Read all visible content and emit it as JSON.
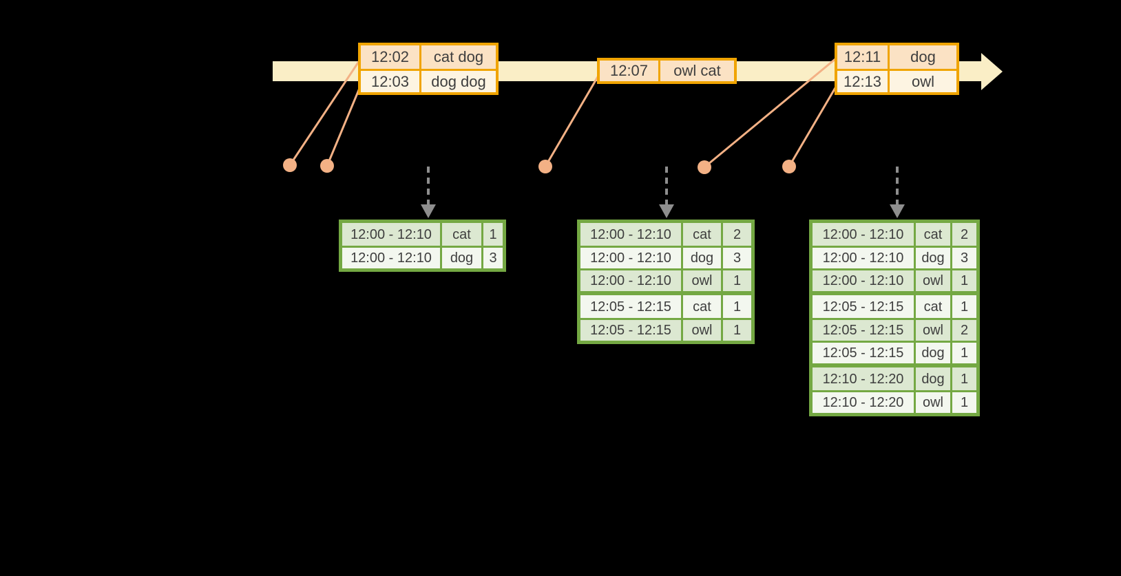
{
  "diagram": {
    "colors": {
      "background": "#000000",
      "timeline_fill": "#FAEEC6",
      "event_border": "#F0A400",
      "event_row_odd_fill": "#FBE2C4",
      "event_row_even_fill": "#FDF4E2",
      "marker": "#F3B185",
      "result_border": "#74A843",
      "result_row_odd_fill": "#DCE8D1",
      "result_row_even_fill": "#F3F7EF",
      "trigger_arrow": "#8E8E8E",
      "text": "#3E3E3E"
    },
    "event_tables": [
      {
        "rows": [
          {
            "time": "12:02",
            "words": "cat dog"
          },
          {
            "time": "12:03",
            "words": "dog dog"
          }
        ]
      },
      {
        "rows": [
          {
            "time": "12:07",
            "words": "owl cat"
          }
        ]
      },
      {
        "rows": [
          {
            "time": "12:11",
            "words": "dog"
          },
          {
            "time": "12:13",
            "words": "owl"
          }
        ]
      }
    ],
    "result_tables": [
      {
        "groups": [
          {
            "rows": [
              {
                "window": "12:00 - 12:10",
                "word": "cat",
                "count": "1"
              },
              {
                "window": "12:00 - 12:10",
                "word": "dog",
                "count": "3"
              }
            ]
          }
        ]
      },
      {
        "groups": [
          {
            "rows": [
              {
                "window": "12:00 - 12:10",
                "word": "cat",
                "count": "2"
              },
              {
                "window": "12:00 - 12:10",
                "word": "dog",
                "count": "3"
              },
              {
                "window": "12:00 - 12:10",
                "word": "owl",
                "count": "1"
              }
            ]
          },
          {
            "rows": [
              {
                "window": "12:05 - 12:15",
                "word": "cat",
                "count": "1"
              },
              {
                "window": "12:05 - 12:15",
                "word": "owl",
                "count": "1"
              }
            ]
          }
        ]
      },
      {
        "groups": [
          {
            "rows": [
              {
                "window": "12:00 - 12:10",
                "word": "cat",
                "count": "2"
              },
              {
                "window": "12:00 - 12:10",
                "word": "dog",
                "count": "3"
              },
              {
                "window": "12:00 - 12:10",
                "word": "owl",
                "count": "1"
              }
            ]
          },
          {
            "rows": [
              {
                "window": "12:05 - 12:15",
                "word": "cat",
                "count": "1"
              },
              {
                "window": "12:05 - 12:15",
                "word": "owl",
                "count": "2"
              },
              {
                "window": "12:05 - 12:15",
                "word": "dog",
                "count": "1"
              }
            ]
          },
          {
            "rows": [
              {
                "window": "12:10 - 12:20",
                "word": "dog",
                "count": "1"
              },
              {
                "window": "12:10 - 12:20",
                "word": "owl",
                "count": "1"
              }
            ]
          }
        ]
      }
    ]
  }
}
